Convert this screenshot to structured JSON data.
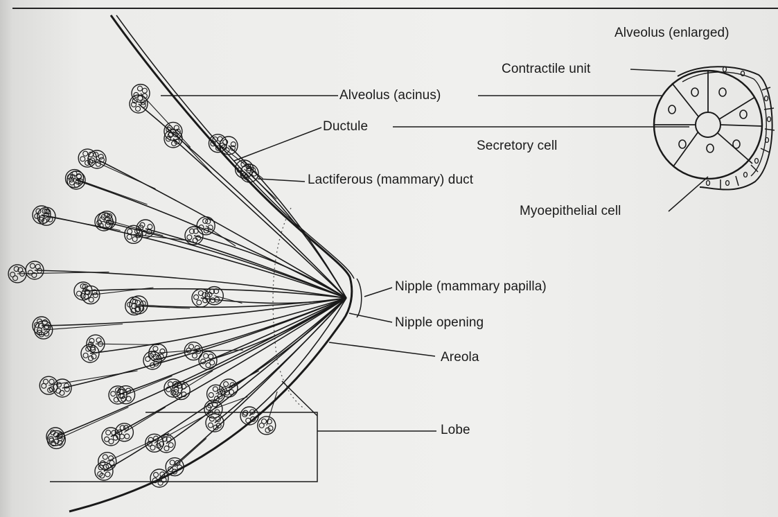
{
  "labels": {
    "alveolus_enlarged": "Alveolus (enlarged)",
    "contractile_unit": "Contractile unit",
    "alveolus_acinus": "Alveolus (acinus)",
    "ductule": "Ductule",
    "secretory_cell": "Secretory cell",
    "lactiferous_duct": "Lactiferous (mammary) duct",
    "myoepithelial_cell": "Myoepithelial cell",
    "nipple": "Nipple (mammary papilla)",
    "nipple_opening": "Nipple opening",
    "areola": "Areola",
    "lobe": "Lobe"
  }
}
